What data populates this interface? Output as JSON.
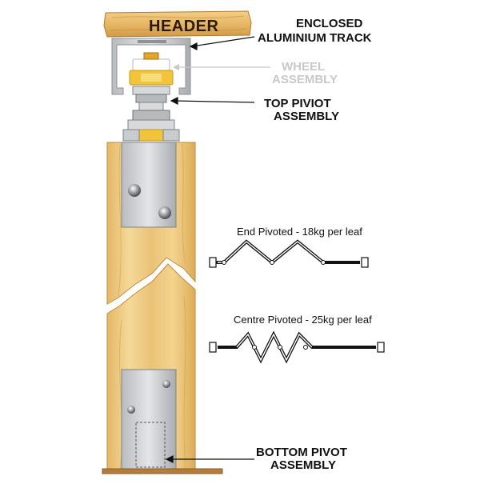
{
  "labels": {
    "header": "HEADER",
    "track_line1": "ENCLOSED",
    "track_line2": "ALUMINIUM TRACK",
    "wheel_line1": "WHEEL",
    "wheel_line2": "ASSEMBLY",
    "top_pivot_line1": "TOP PIVIOT",
    "top_pivot_line2": "ASSEMBLY",
    "bottom_pivot_line1": "BOTTOM PIVOT",
    "bottom_pivot_line2": "ASSEMBLY"
  },
  "fold_diagrams": {
    "end_pivoted": "End Pivoted - 18kg per leaf",
    "centre_pivoted": "Centre Pivoted - 25kg per leaf"
  },
  "colors": {
    "timber_light": "#f2d48a",
    "timber_dark": "#d9a956",
    "aluminium": "#c9cccf",
    "wheel_accent": "#f0c43a",
    "label_grey": "#c8c8c8"
  }
}
